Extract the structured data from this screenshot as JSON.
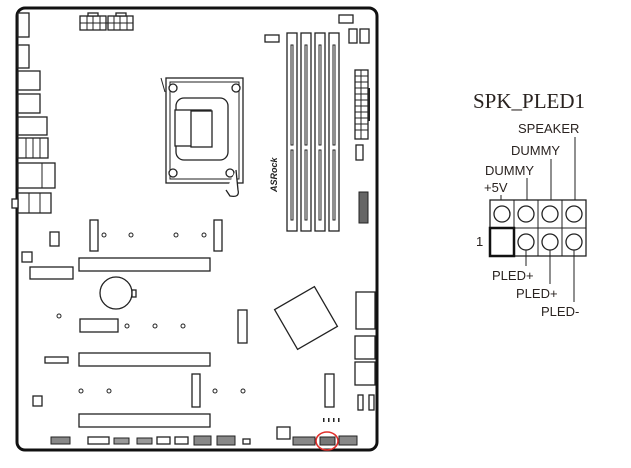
{
  "board": {
    "logo_text": "ASRock",
    "highlighted_header": "SPK_PLED1",
    "highlight_color": "#e0302c"
  },
  "pinout": {
    "title": "SPK_PLED1",
    "pin1_marker": "1",
    "top_labels": [
      "+5V",
      "DUMMY",
      "DUMMY",
      "SPEAKER"
    ],
    "bottom_labels": [
      "PLED+",
      "PLED+",
      "PLED-"
    ]
  }
}
